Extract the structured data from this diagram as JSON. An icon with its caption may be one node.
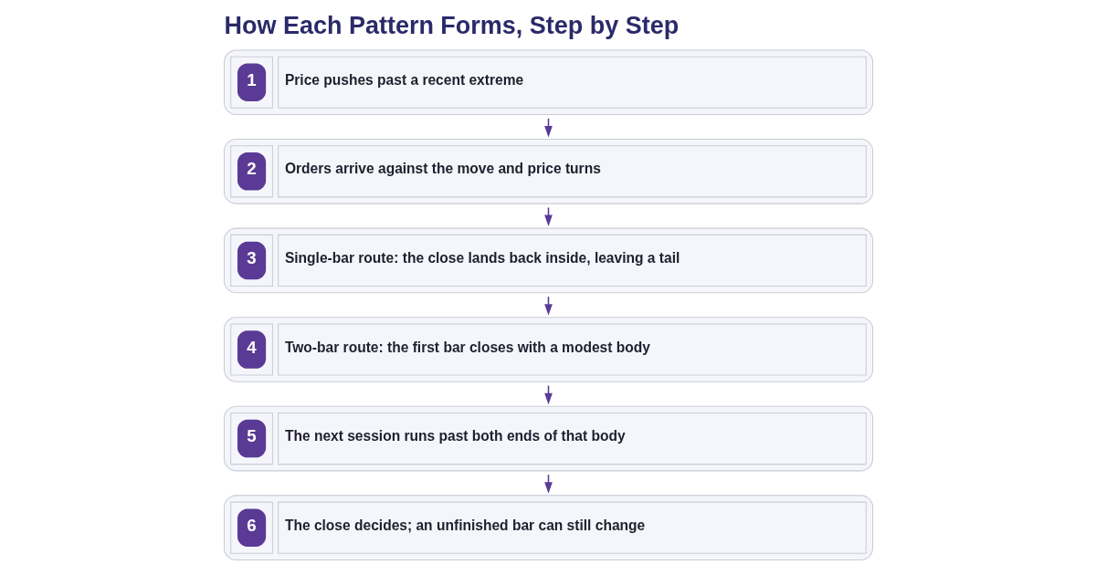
{
  "diagram": {
    "title": "How Each Pattern Forms, Step by Step",
    "nodes": [
      {
        "text": [
          "1",
          "Price pushes past a recent extreme"
        ]
      },
      {
        "text": [
          "2",
          "Orders arrive against the move and price turns"
        ]
      },
      {
        "text": [
          "3",
          "Single-bar route: the close lands back inside, leaving a tail"
        ]
      },
      {
        "text": [
          "4",
          "Two-bar route: the first bar closes with a modest body"
        ]
      },
      {
        "text": [
          "5",
          "The next session runs past both ends of that body"
        ]
      },
      {
        "text": [
          "6",
          "The close decides; an unfinished bar can still change"
        ]
      }
    ],
    "edges": [
      {
        "from": 0,
        "to": 1,
        "arrow": "to"
      },
      {
        "from": 1,
        "to": 2,
        "arrow": "to"
      },
      {
        "from": 2,
        "to": 3,
        "arrow": "to"
      },
      {
        "from": 3,
        "to": 4,
        "arrow": "to"
      },
      {
        "from": 4,
        "to": 5,
        "arrow": "to"
      }
    ]
  }
}
